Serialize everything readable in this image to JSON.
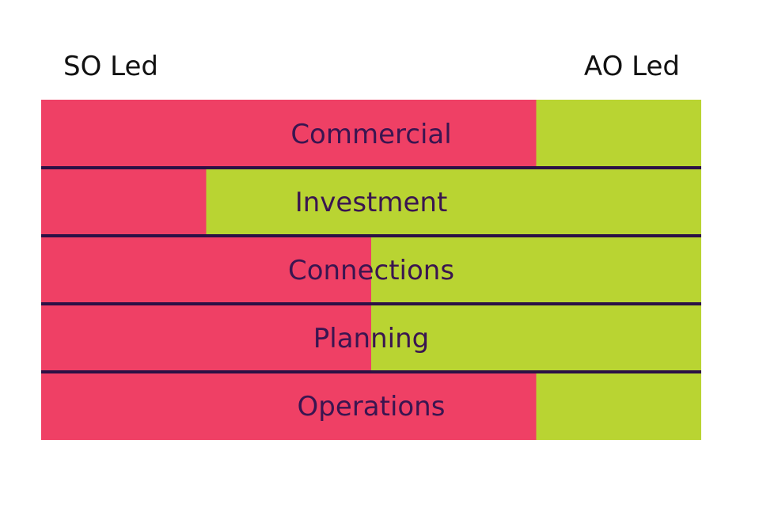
{
  "chart_data": {
    "type": "bar",
    "orientation": "horizontal",
    "stacked": true,
    "normalized": true,
    "left_end_label": "SO Led",
    "right_end_label": "AO Led",
    "categories": [
      "Commercial",
      "Investment",
      "Connections",
      "Planning",
      "Operations"
    ],
    "series": [
      {
        "color": "#ef4065",
        "values": [
          75,
          25,
          50,
          50,
          75
        ]
      },
      {
        "color": "#b9d432",
        "values": [
          25,
          75,
          50,
          50,
          25
        ]
      }
    ],
    "xlim": [
      0,
      100
    ],
    "grid": false,
    "legend": "none"
  },
  "colors": {
    "so": "#ef4065",
    "ao": "#b9d432",
    "separator": "#2b1045",
    "label_text": "#3a1550"
  }
}
